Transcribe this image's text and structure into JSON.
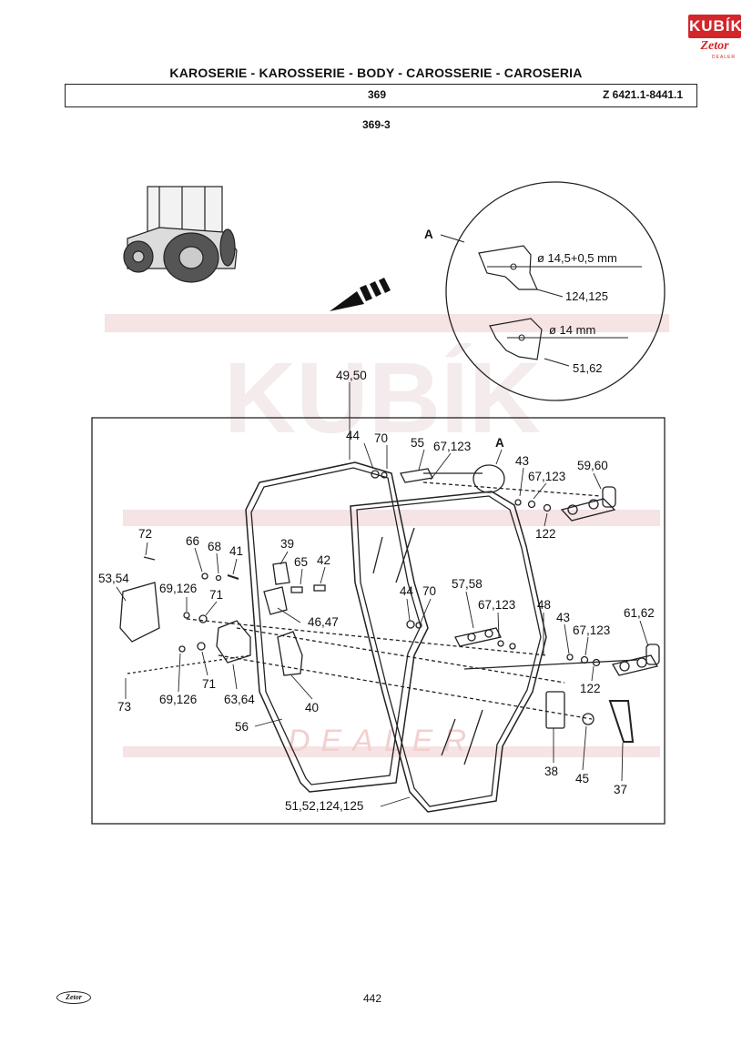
{
  "header": {
    "title": "KAROSERIE - KAROSSERIE - BODY - CAROSSERIE - CAROSERIA",
    "page_code": "369",
    "model_range": "Z 6421.1-8441.1",
    "figure_number": "369-3"
  },
  "logo": {
    "brand": "KUBÍK",
    "sub_brand": "Zetor",
    "dealer": "DEALER"
  },
  "detail_view": {
    "marker": "A",
    "hole_1": "ø 14,5+0,5 mm",
    "hole_1_ref": "124,125",
    "hole_2": "ø 14 mm",
    "hole_2_ref": "51,62"
  },
  "part_labels": [
    "49,50",
    "44",
    "70",
    "55",
    "67,123",
    "A",
    "43",
    "67,123",
    "59,60",
    "122",
    "72",
    "66",
    "68",
    "41",
    "39",
    "65",
    "42",
    "53,54",
    "69,126",
    "71",
    "46,47",
    "44",
    "70",
    "57,58",
    "67,123",
    "48",
    "43",
    "67,123",
    "61,62",
    "69,126",
    "71",
    "63,64",
    "40",
    "73",
    "122",
    "56",
    "38",
    "45",
    "37",
    "51,52,124,125"
  ],
  "watermark": {
    "text": "KUBÍK",
    "sub": "DEALER"
  },
  "footer": {
    "brand_badge": "Zetor",
    "page_number": "442"
  },
  "colors": {
    "watermark": "#f4dcdc",
    "logo_red": "#d2262b",
    "ink": "#111111"
  }
}
